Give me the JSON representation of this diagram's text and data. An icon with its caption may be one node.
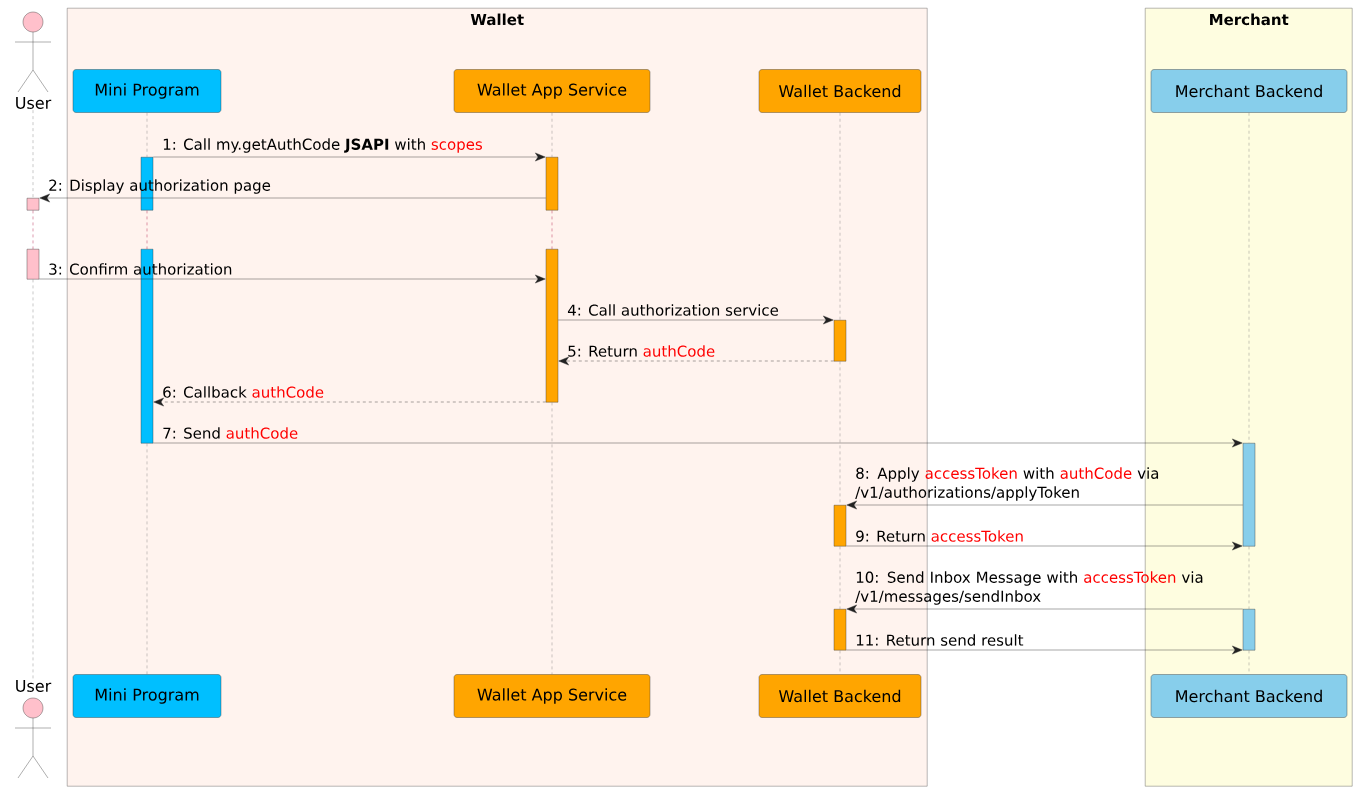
{
  "diagram": {
    "nodes": [
      {
        "text": [
          "Wallet"
        ]
      },
      {
        "text": [
          "Merchant"
        ]
      },
      {
        "text": [
          "User"
        ]
      },
      {
        "text": [
          "Mini Program"
        ],
        "in": 0
      },
      {
        "text": [
          "Wallet App Service"
        ],
        "in": 0
      },
      {
        "text": [
          "Wallet Backend"
        ],
        "in": 0
      },
      {
        "text": [
          "Merchant Backend"
        ],
        "in": 1
      },
      {
        "text": [
          "User"
        ]
      },
      {
        "text": [
          "Mini Program"
        ],
        "in": 0
      },
      {
        "text": [
          "Wallet App Service"
        ],
        "in": 0
      },
      {
        "text": [
          "Wallet Backend"
        ],
        "in": 0
      },
      {
        "text": [
          "Merchant Backend"
        ],
        "in": 1
      },
      {
        "text": [],
        "shape": "bar"
      },
      {
        "text": [],
        "shape": "bar"
      },
      {
        "text": [],
        "shape": "bar",
        "in": 0
      },
      {
        "text": [],
        "shape": "bar",
        "in": 0
      },
      {
        "text": [],
        "shape": "bar",
        "in": 0
      },
      {
        "text": [],
        "shape": "bar",
        "in": 0
      },
      {
        "text": [],
        "shape": "bar",
        "in": 0
      },
      {
        "text": [],
        "shape": "bar",
        "in": 0
      },
      {
        "text": [],
        "shape": "bar",
        "in": 0
      },
      {
        "text": [],
        "shape": "bar",
        "in": 1
      },
      {
        "text": [],
        "shape": "bar",
        "in": 1
      }
    ],
    "edges": [
      {
        "from": 2,
        "to": 12,
        "arrow": "none",
        "style": "dashed"
      },
      {
        "from": 12,
        "to": 13,
        "arrow": "none",
        "style": "dashed",
        "color": "#a80036"
      },
      {
        "from": 13,
        "to": 7,
        "arrow": "none",
        "style": "dashed"
      },
      {
        "from": 3,
        "to": 14,
        "arrow": "none",
        "style": "dashed"
      },
      {
        "from": 14,
        "to": 15,
        "arrow": "none",
        "style": "dashed",
        "color": "#a80036"
      },
      {
        "from": 15,
        "to": 8,
        "arrow": "none",
        "style": "dashed"
      },
      {
        "from": 4,
        "to": 16,
        "arrow": "none",
        "style": "dashed"
      },
      {
        "from": 16,
        "to": 17,
        "arrow": "none",
        "style": "dashed",
        "color": "#a80036"
      },
      {
        "from": 17,
        "to": 9,
        "arrow": "none",
        "style": "dashed"
      },
      {
        "from": 5,
        "to": 18,
        "arrow": "none",
        "style": "dashed"
      },
      {
        "from": 18,
        "to": 19,
        "arrow": "none",
        "style": "dashed"
      },
      {
        "from": 19,
        "to": 20,
        "arrow": "none",
        "style": "dashed"
      },
      {
        "from": 20,
        "to": 10,
        "arrow": "none",
        "style": "dashed"
      },
      {
        "from": 6,
        "to": 21,
        "arrow": "none",
        "style": "dashed"
      },
      {
        "from": 21,
        "to": 22,
        "arrow": "none",
        "style": "dashed"
      },
      {
        "from": 22,
        "to": 11,
        "arrow": "none",
        "style": "dashed"
      },
      {
        "from": 14,
        "to": 16,
        "arrow": "to",
        "label": "1: Call my.getAuthCode **JSAPI** with *scopes*"
      },
      {
        "from": 16,
        "to": 12,
        "arrow": "to",
        "label": "2: Display authorization page"
      },
      {
        "from": 13,
        "to": 17,
        "arrow": "to",
        "label": "3: Confirm authorization"
      },
      {
        "from": 17,
        "to": 18,
        "arrow": "to",
        "label": "4: Call authorization service"
      },
      {
        "from": 18,
        "to": 17,
        "arrow": "to",
        "label": "5: Return *authCode*",
        "style": "dashed"
      },
      {
        "from": 17,
        "to": 15,
        "arrow": "to",
        "label": "6: Callback *authCode*",
        "style": "dashed"
      },
      {
        "from": 15,
        "to": 21,
        "arrow": "to",
        "label": "7: Send *authCode*"
      },
      {
        "from": 21,
        "to": 19,
        "arrow": "to",
        "label": "8: Apply *accessToken* with *authCode* via /v1/authorizations/applyToken"
      },
      {
        "from": 19,
        "to": 21,
        "arrow": "to",
        "label": "9: Return *accessToken*"
      },
      {
        "from": 22,
        "to": 20,
        "arrow": "to",
        "label": "10: Send Inbox Message with *accessToken* via /v1/messages/sendInbox"
      },
      {
        "from": 20,
        "to": 22,
        "arrow": "to",
        "label": "11: Return send result"
      }
    ]
  }
}
